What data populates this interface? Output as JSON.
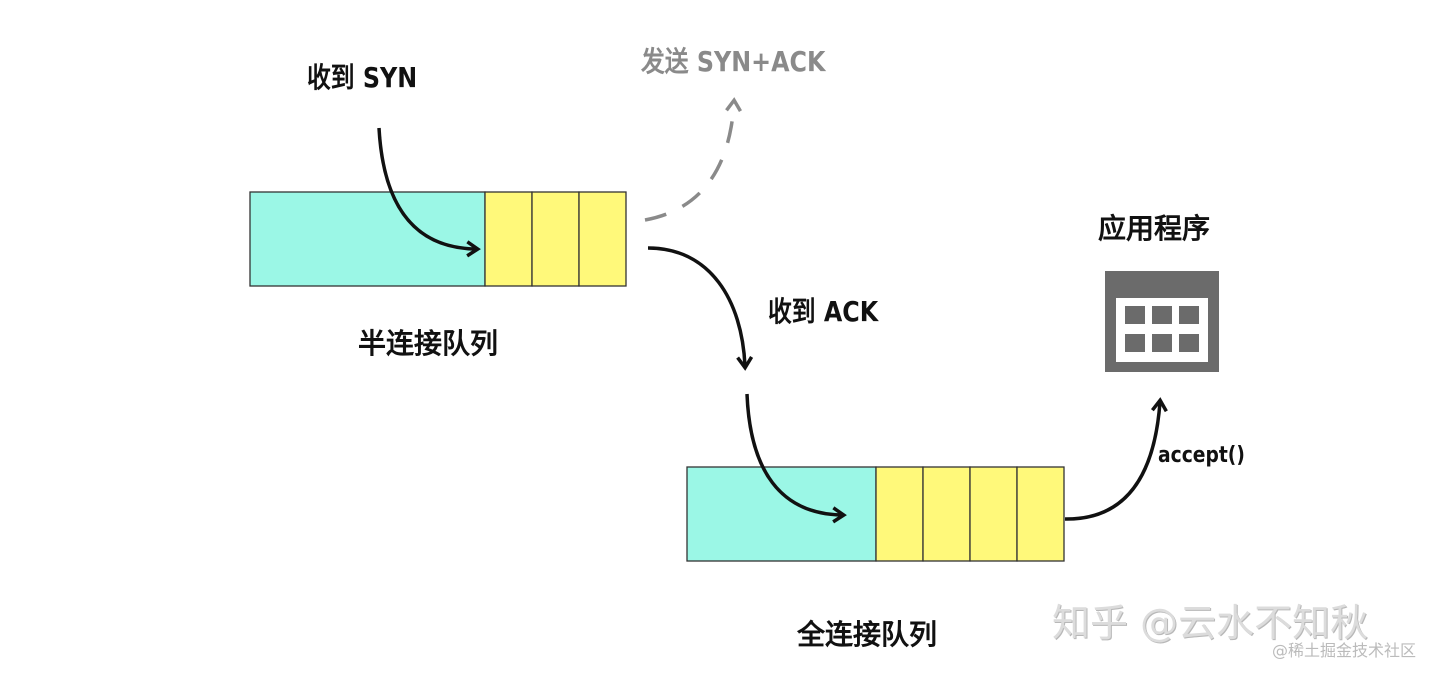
{
  "labels": {
    "recv_syn": "收到 SYN",
    "send_syn_ack": "发送 SYN+ACK",
    "recv_ack": "收到 ACK",
    "half_queue": "半连接队列",
    "full_queue": "全连接队列",
    "application": "应用程序",
    "accept": "accept()"
  },
  "queues": {
    "half": {
      "slots": 3
    },
    "full": {
      "slots": 4
    }
  },
  "colors": {
    "occupied": "#9bf7e6",
    "slot": "#fff97a",
    "arrow": "#111111",
    "dashed_arrow": "#8a8a8a",
    "app_icon": "#6b6b6b"
  },
  "watermark": {
    "main": "知乎 @云水不知秋",
    "sub": "@稀土掘金技术社区"
  }
}
